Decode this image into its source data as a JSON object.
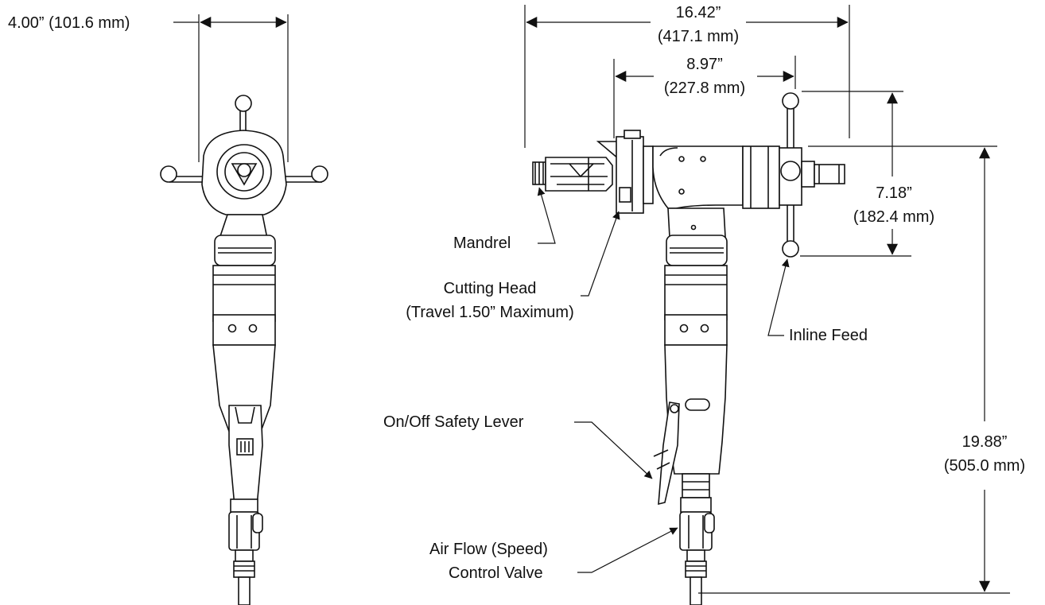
{
  "dimensions": {
    "front_width": "4.00” (101.6 mm)",
    "overall_length_in": "16.42”",
    "overall_length_mm": "(417.1 mm)",
    "head_to_feed_in": "8.97”",
    "head_to_feed_mm": "(227.8 mm)",
    "feed_height_in": "7.18”",
    "feed_height_mm": "(182.4 mm)",
    "overall_height_in": "19.88”",
    "overall_height_mm": "(505.0 mm)"
  },
  "callouts": {
    "mandrel": "Mandrel",
    "cutting_head_1": "Cutting Head",
    "cutting_head_2": "(Travel 1.50” Maximum)",
    "inline_feed": "Inline Feed",
    "safety_lever": "On/Off Safety Lever",
    "air_flow_1": "Air Flow (Speed)",
    "air_flow_2": "Control Valve"
  },
  "icons": {
    "arrowhead": "filled-triangle-arrowhead"
  }
}
